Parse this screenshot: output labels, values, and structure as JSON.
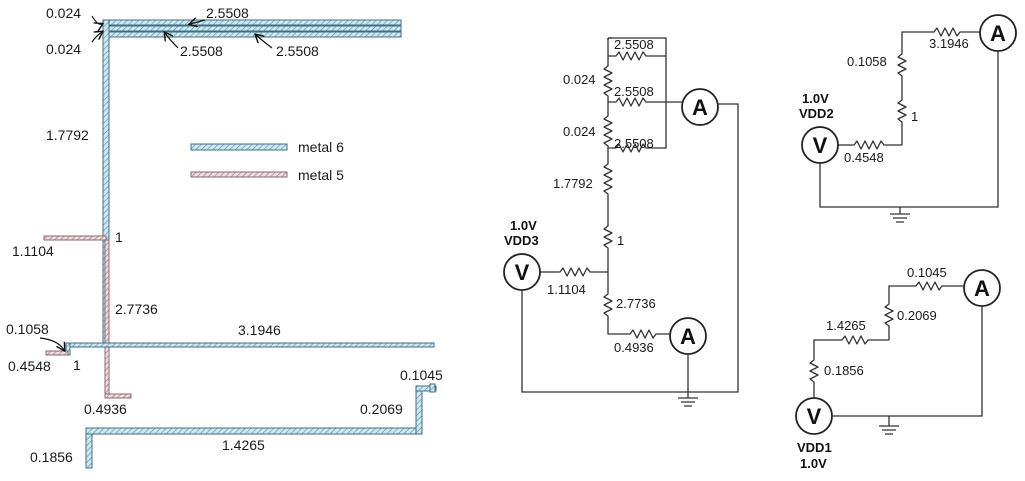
{
  "colors": {
    "metal6": "#8fc7d6",
    "metal5": "#c9a0a8",
    "wire": "#333333"
  },
  "layout_view": {
    "legend": {
      "metal6_label": "metal 6",
      "metal5_label": "metal 5"
    },
    "labels": {
      "top_a": "0.024",
      "top_b": "0.024",
      "top_c": "2.5508",
      "top_d": "2.5508",
      "top_e": "2.5508",
      "vert_main": "1.7792",
      "left_branch": "1.1104",
      "via_one": "1",
      "vert_m5": "2.7736",
      "bottom_m5": "0.4936",
      "horiz_m6": "3.1946",
      "small_a": "0.1058",
      "small_b": "0.4548",
      "small_via": "1",
      "right_a": "0.1045",
      "right_b": "0.2069",
      "bottom_m6": "1.4265",
      "bottom_left": "0.1856"
    }
  },
  "vdd3_circuit": {
    "voltage": "1.0V",
    "name": "VDD3",
    "source_symbol": "V",
    "meter_symbol": "A",
    "r_top1": "2.5508",
    "r_top2": "2.5508",
    "r_top3": "2.5508",
    "r_s1": "0.024",
    "r_s2": "0.024",
    "r_main": "1.7792",
    "r_via": "1",
    "r_src": "1.1104",
    "r_m5": "2.7736",
    "r_out": "0.4936"
  },
  "vdd2_circuit": {
    "voltage": "1.0V",
    "name": "VDD2",
    "source_symbol": "V",
    "meter_symbol": "A",
    "r_top": "3.1946",
    "r_vert": "0.1058",
    "r_via": "1",
    "r_src": "0.4548"
  },
  "vdd1_circuit": {
    "voltage": "1.0V",
    "name": "VDD1",
    "source_symbol": "V",
    "meter_symbol": "A",
    "r_top": "0.1045",
    "r_right": "0.2069",
    "r_mid": "1.4265",
    "r_left": "0.1856"
  }
}
